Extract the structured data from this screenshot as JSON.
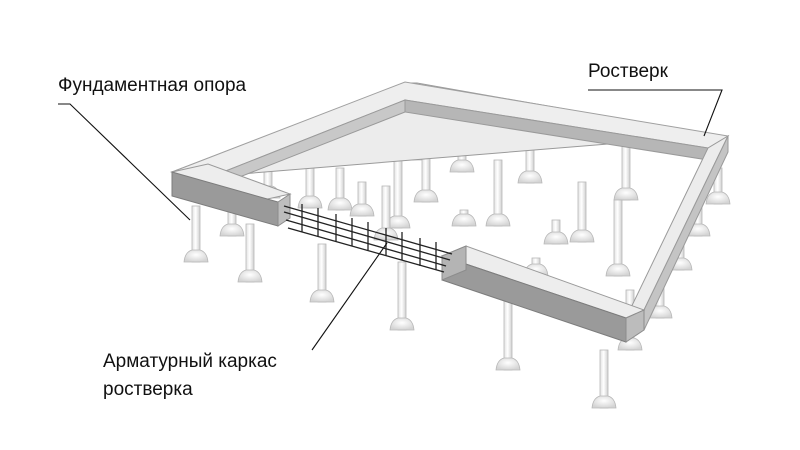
{
  "labels": {
    "pile": "Фундаментная опора",
    "grillage": "Ростверк",
    "rebar_line1": "Арматурный каркас",
    "rebar_line2": "ростверка"
  },
  "colors": {
    "beam_top": "#ececec",
    "beam_front": "#9a9a9a",
    "beam_side": "#c4c4c4",
    "pile": "#f4f4f4",
    "pile_edge": "#b8b8b8",
    "rebar": "#222222",
    "leader": "#111111"
  }
}
